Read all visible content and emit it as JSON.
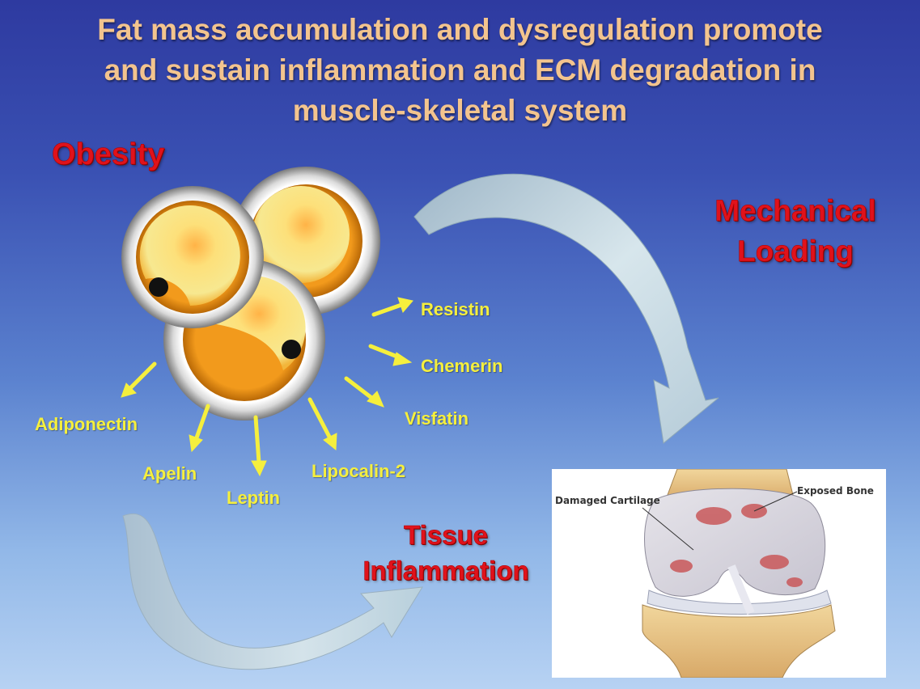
{
  "title_lines": [
    "Fat mass accumulation and dysregulation promote",
    "and sustain inflammation and ECM degradation in",
    "muscle-skeletal system"
  ],
  "labels": {
    "obesity": "Obesity",
    "mechanical": "Mechanical",
    "loading": "Loading",
    "tissue": "Tissue",
    "inflammation": "Inflammation"
  },
  "adipokines": {
    "resistin": "Resistin",
    "chemerin": "Chemerin",
    "visfatin": "Visfatin",
    "adiponectin": "Adiponectin",
    "apelin": "Apelin",
    "leptin": "Leptin",
    "lipocalin": "Lipocalin-2"
  },
  "knee": {
    "damaged_cartilage": "Damaged Cartilage",
    "exposed_bone": "Exposed Bone"
  },
  "colors": {
    "title": "#f3c48e",
    "label_red": "#e0121b",
    "adipokine_yellow": "#f5ef3d",
    "arrow_fill": "#c7dbe3"
  }
}
